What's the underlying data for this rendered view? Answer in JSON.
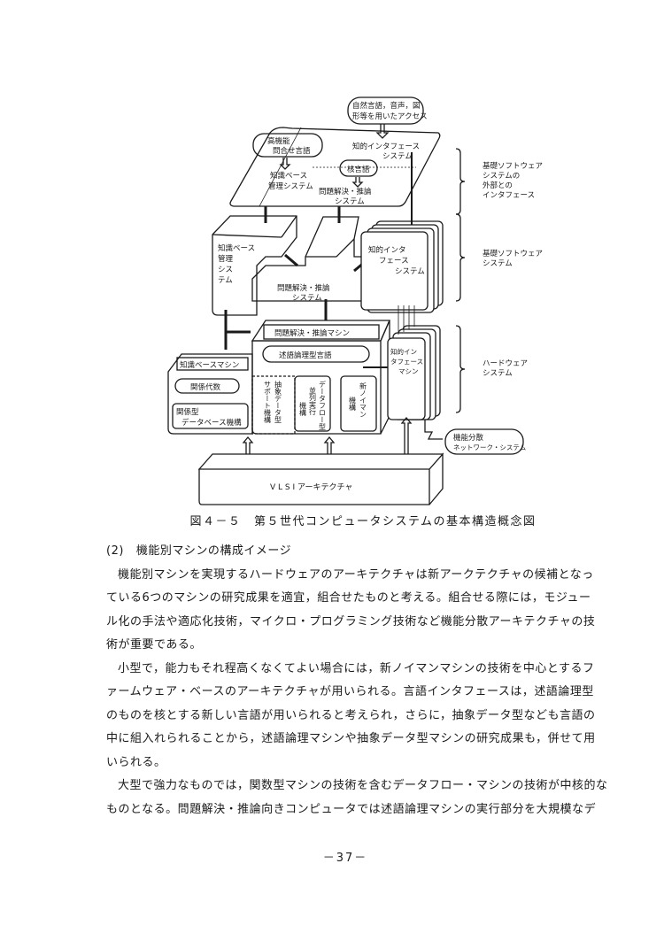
{
  "diagram": {
    "access": [
      "自然言語，音声，図",
      "形等を用いたアクセス"
    ],
    "query_lang": [
      "高機能",
      "問合せ言語"
    ],
    "kb_mgmt_top": [
      "知識ベース",
      "管理システム"
    ],
    "intelligent_if_top": [
      "知的インタフェース",
      "システム"
    ],
    "kernel_lang": "核言語",
    "problem_solving_top": [
      "問題解決・推論",
      "システム"
    ],
    "kb_mgmt_block": [
      "知識ベース",
      "管理",
      "シス",
      "テム"
    ],
    "problem_solving_block": [
      "問題解決・推論",
      "システム"
    ],
    "intelligent_if_block": [
      "知的インタ",
      "フェース",
      "システム"
    ],
    "ps_machine": "問題解決・推論マシン",
    "predicate_lang": "述語論理型言語",
    "kb_machine": "知識ベースマシン",
    "relational_algebra": "関係代数",
    "relational_db": [
      "関係型",
      "データベース機構"
    ],
    "adt_support": [
      "抽象データ型",
      "サポート機構"
    ],
    "dataflow": [
      "データフロー型",
      "並列実行",
      "機構"
    ],
    "neumann": [
      "新ノイマン",
      "機構"
    ],
    "intelligent_if_machine": [
      "知的イン",
      "タフェース",
      "マシン"
    ],
    "distributed_network": [
      "機能分散",
      "ネットワーク・システム"
    ],
    "vlsi": "V L S I アーキテクチャ",
    "brace_labels": {
      "external_if": [
        "基礎ソフトウェア",
        "システムの",
        "外部との",
        "インタフェース"
      ],
      "basic_software": [
        "基礎ソフトウェア",
        "システム"
      ],
      "hardware": [
        "ハードウェア",
        "システム"
      ]
    }
  },
  "caption": "図４－５　第５世代コンピュータシステムの基本構造概念図",
  "section": {
    "number": "(2)",
    "title": "機能別マシンの構成イメージ"
  },
  "paragraphs": [
    [
      "機能別マシンを実現するハードウェアのアーキテクチャは新アークテクチャの候補となっ",
      "ている6つのマシンの研究成果を適宜，組合せたものと考える。組合せる際には，モジュー",
      "ル化の手法や適応化技術，マイクロ・プログラミング技術など機能分散アーキテクチャの技",
      "術が重要である。"
    ],
    [
      "小型で，能力もそれ程高くなくてよい場合には，新ノイマンマシンの技術を中心とするフ",
      "ァームウェア・ベースのアーキテクチャが用いられる。言語インタフェースは，述語論理型",
      "のものを核とする新しい言語が用いられると考えられ，さらに，抽象データ型なども言語の",
      "中に組入れられることから，述語論理マシンや抽象データ型マシンの研究成果も，併せて用",
      "いられる。"
    ],
    [
      "大型で強力なものでは，関数型マシンの技術を含むデータフロー・マシンの技術が中核的な",
      "ものとなる。問題解決・推論向きコンピュータでは述語論理マシンの実行部分を大規模なデ"
    ]
  ],
  "page_number": "－37－"
}
